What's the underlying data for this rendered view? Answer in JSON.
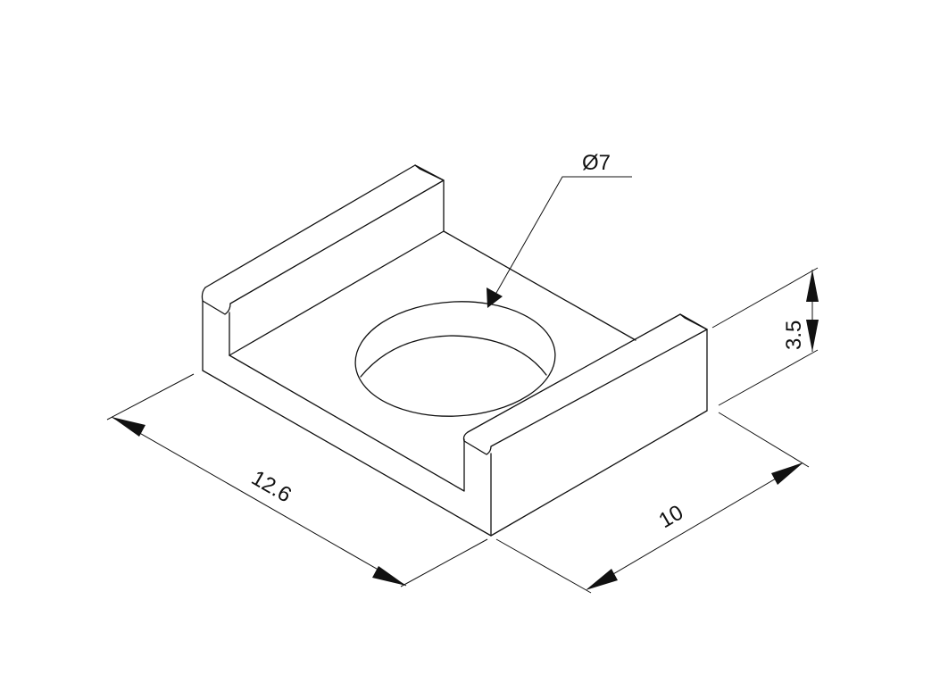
{
  "drawing": {
    "type": "isometric part drawing",
    "dimensions": {
      "hole_diameter": "Ø7",
      "height": "3.5",
      "width": "10",
      "length": "12.6"
    }
  }
}
